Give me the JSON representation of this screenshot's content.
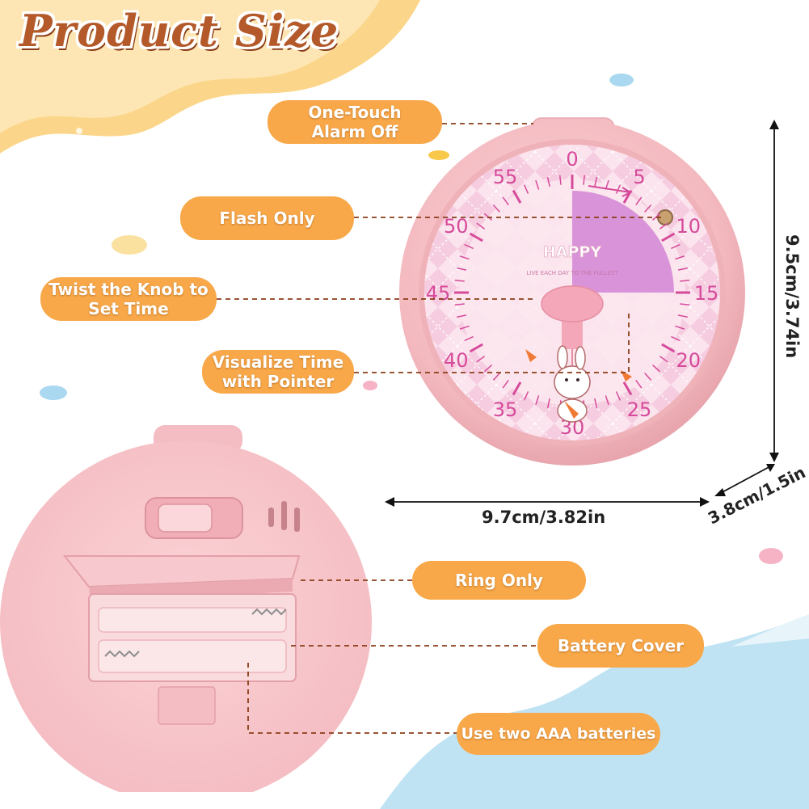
{
  "title": "Product Size",
  "labels": {
    "alarm_off": "One-Touch\nAlarm Off",
    "flash_only": "Flash Only",
    "twist_knob": "Twist the Knob to\nSet Time",
    "visualize_time": "Visualize Time\nwith Pointer",
    "ring_only": "Ring Only",
    "battery_cover": "Battery Cover",
    "batteries": "Use two AAA batteries"
  },
  "dimensions": {
    "width": "9.7cm/3.82in",
    "height": "9.5cm/3.74in",
    "depth": "3.8cm/1.5in"
  },
  "dial": {
    "brand": "HAPPY",
    "slogan": "LIVE EACH DAY TO THE FULLEST",
    "numbers": [
      "0",
      "5",
      "10",
      "15",
      "20",
      "25",
      "30",
      "35",
      "40",
      "45",
      "50",
      "55"
    ],
    "set_minutes": 15
  },
  "colors": {
    "accent_orange": "#f8a849",
    "title_brown": "#b45a2a",
    "case_pink": "#f6c3c8",
    "dial_magenta": "#d64a9a",
    "time_sector": "#d993d8",
    "water_blue": "#bfe3f3"
  }
}
